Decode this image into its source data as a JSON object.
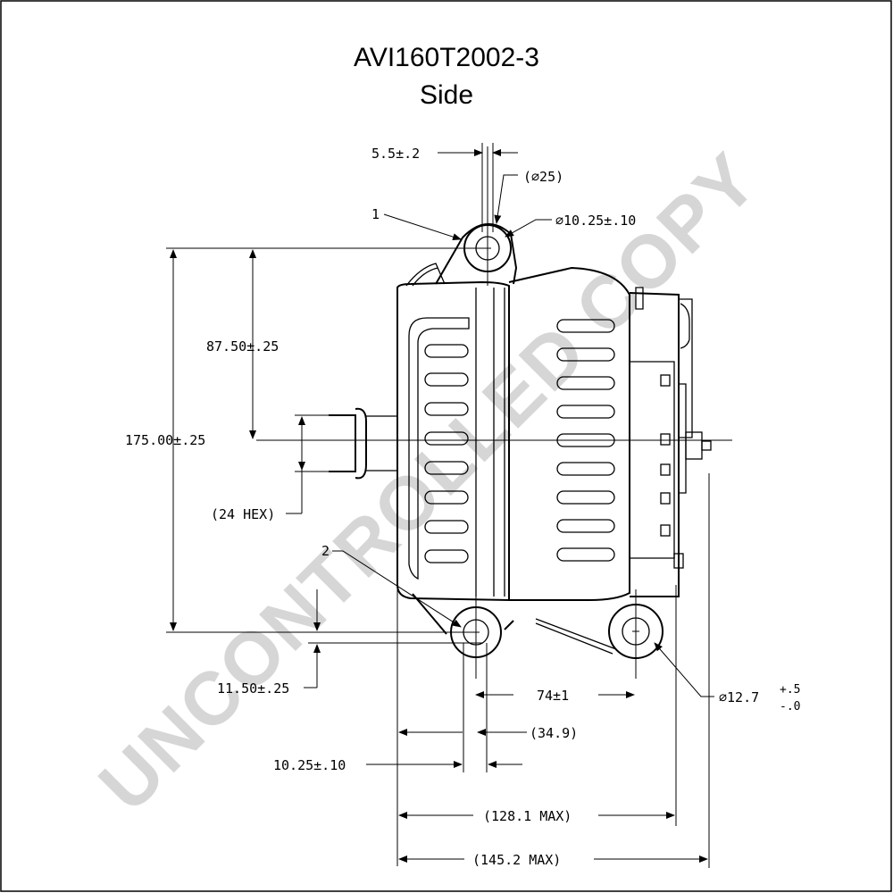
{
  "title": "AVI160T2002-3",
  "subtitle": "Side",
  "watermark": "UNCONTROLLED COPY",
  "dimensions": {
    "d_5_5": "5.5±.2",
    "d_dia25": "(∅25)",
    "d_dia10_25": "∅10.25±.10",
    "d_87_50": "87.50±.25",
    "d_175": "175.00±.25",
    "d_hex": "(24 HEX)",
    "d_11_50": "11.50±.25",
    "d_74": "74±1",
    "d_34_9": "(34.9)",
    "d_10_25": "10.25±.10",
    "d_128": "(128.1 MAX)",
    "d_145": "(145.2 MAX)",
    "d_dia12_7": "∅12.7",
    "d_tol_plus": "+.5",
    "d_tol_minus": "-.0"
  },
  "callouts": {
    "c1": "1",
    "c2": "2"
  },
  "colors": {
    "line": "#000000",
    "watermark": "#d6d6d6"
  }
}
